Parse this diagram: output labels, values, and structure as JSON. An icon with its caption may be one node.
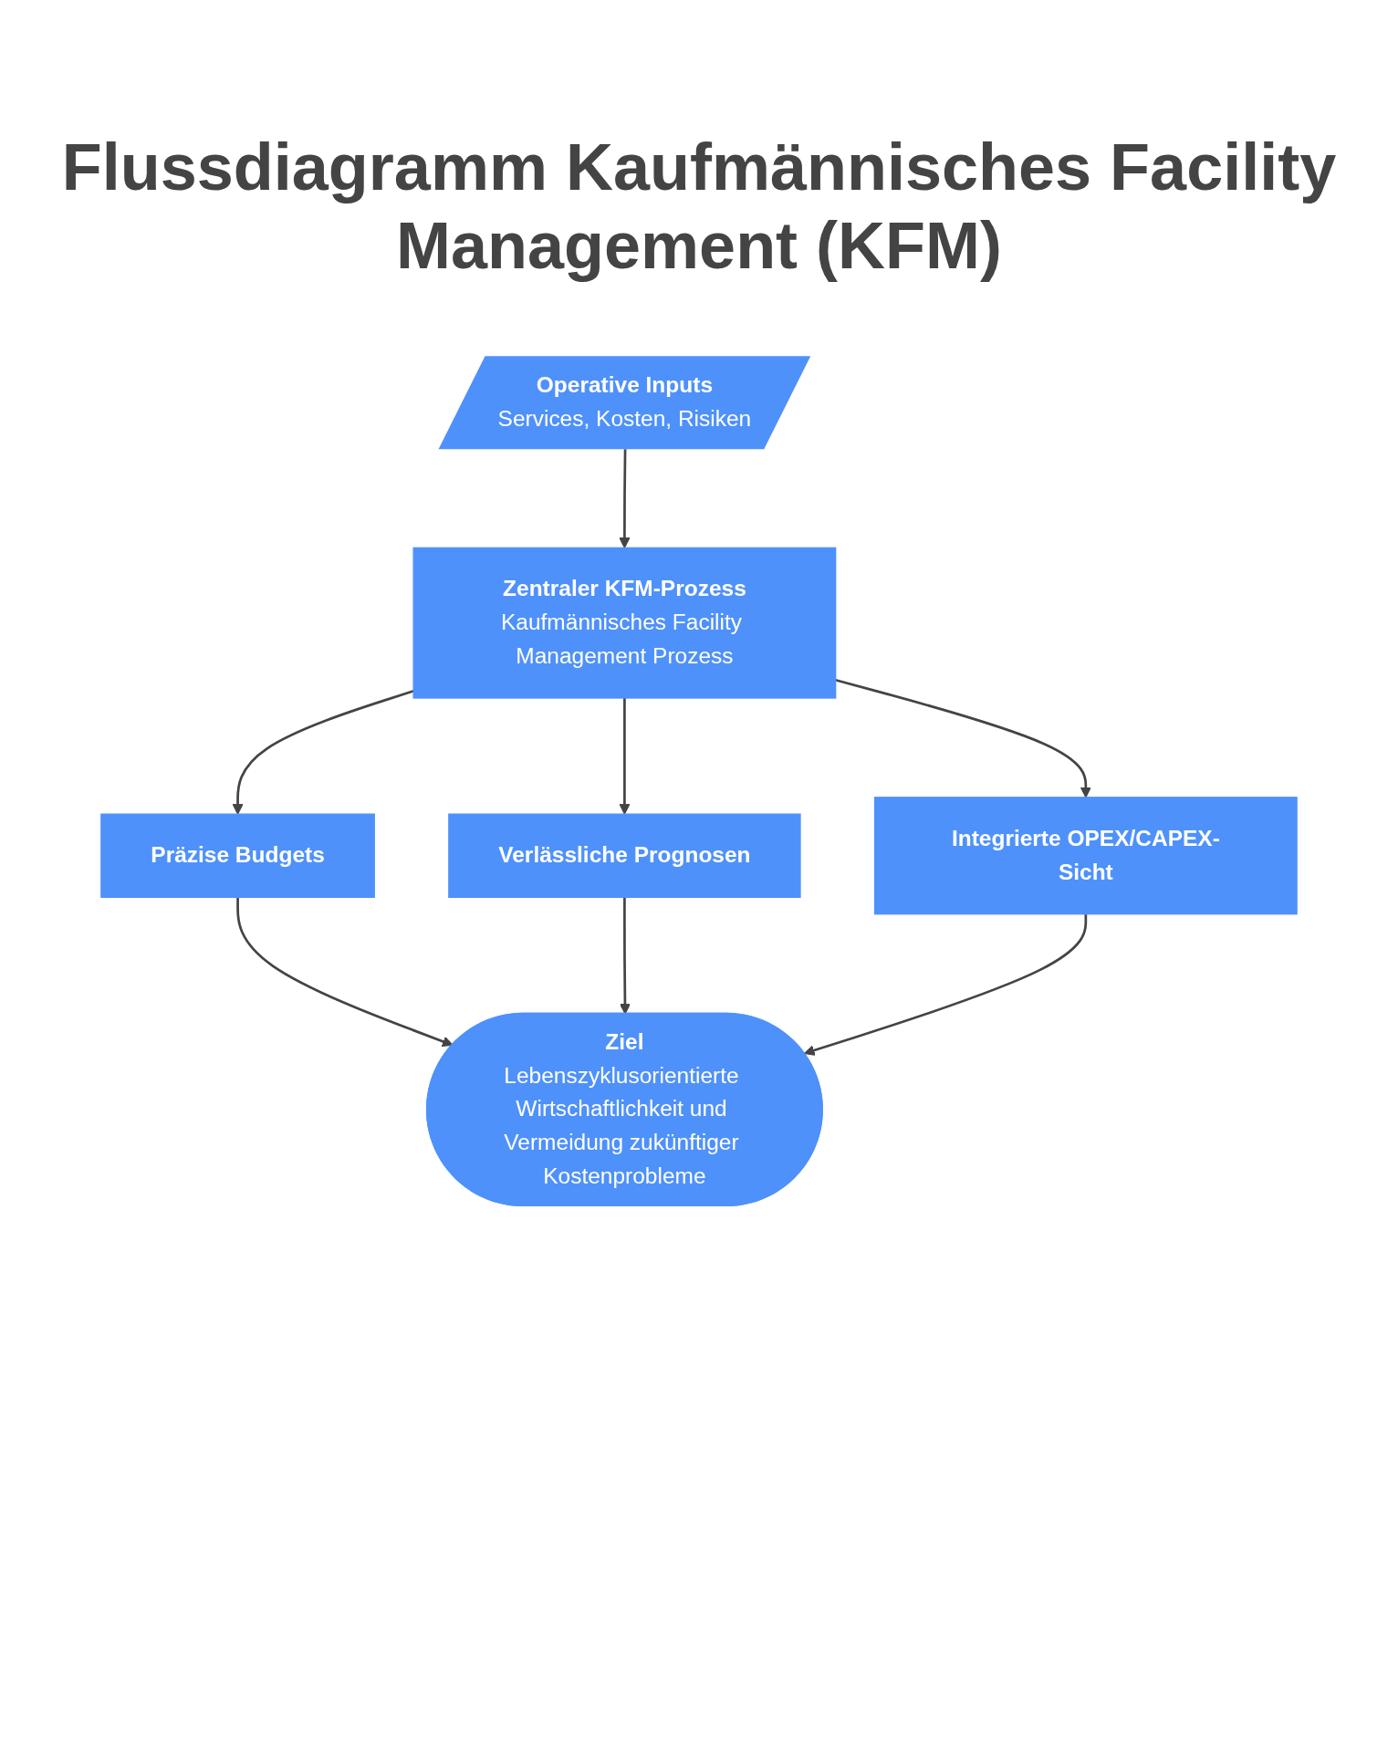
{
  "diagram": {
    "title": "Flussdiagramm Kaufmännisches Facility Management (KFM)",
    "nodes": [
      {
        "text": [
          "Operative Inputs",
          "Services, Kosten, Risiken"
        ]
      },
      {
        "text": [
          "Zentraler KFM-Prozess",
          "Kaufmännisches Facility Management Prozess"
        ]
      },
      {
        "text": [
          "Präzise Budgets"
        ]
      },
      {
        "text": [
          "Verlässliche Prognosen"
        ]
      },
      {
        "text": [
          "Integrierte OPEX/CAPEX-Sicht"
        ]
      },
      {
        "text": [
          "Ziel",
          "Lebenszyklusorientierte Wirtschaftlichkeit und Vermeidung zukünftiger Kostenprobleme"
        ]
      }
    ],
    "edges": [
      {
        "from": 0,
        "to": 1,
        "arrow": "to"
      },
      {
        "from": 1,
        "to": 2,
        "arrow": "to"
      },
      {
        "from": 1,
        "to": 3,
        "arrow": "to"
      },
      {
        "from": 1,
        "to": 4,
        "arrow": "to"
      },
      {
        "from": 2,
        "to": 5,
        "arrow": "to"
      },
      {
        "from": 3,
        "to": 5,
        "arrow": "to"
      },
      {
        "from": 4,
        "to": 5,
        "arrow": "to"
      }
    ]
  }
}
